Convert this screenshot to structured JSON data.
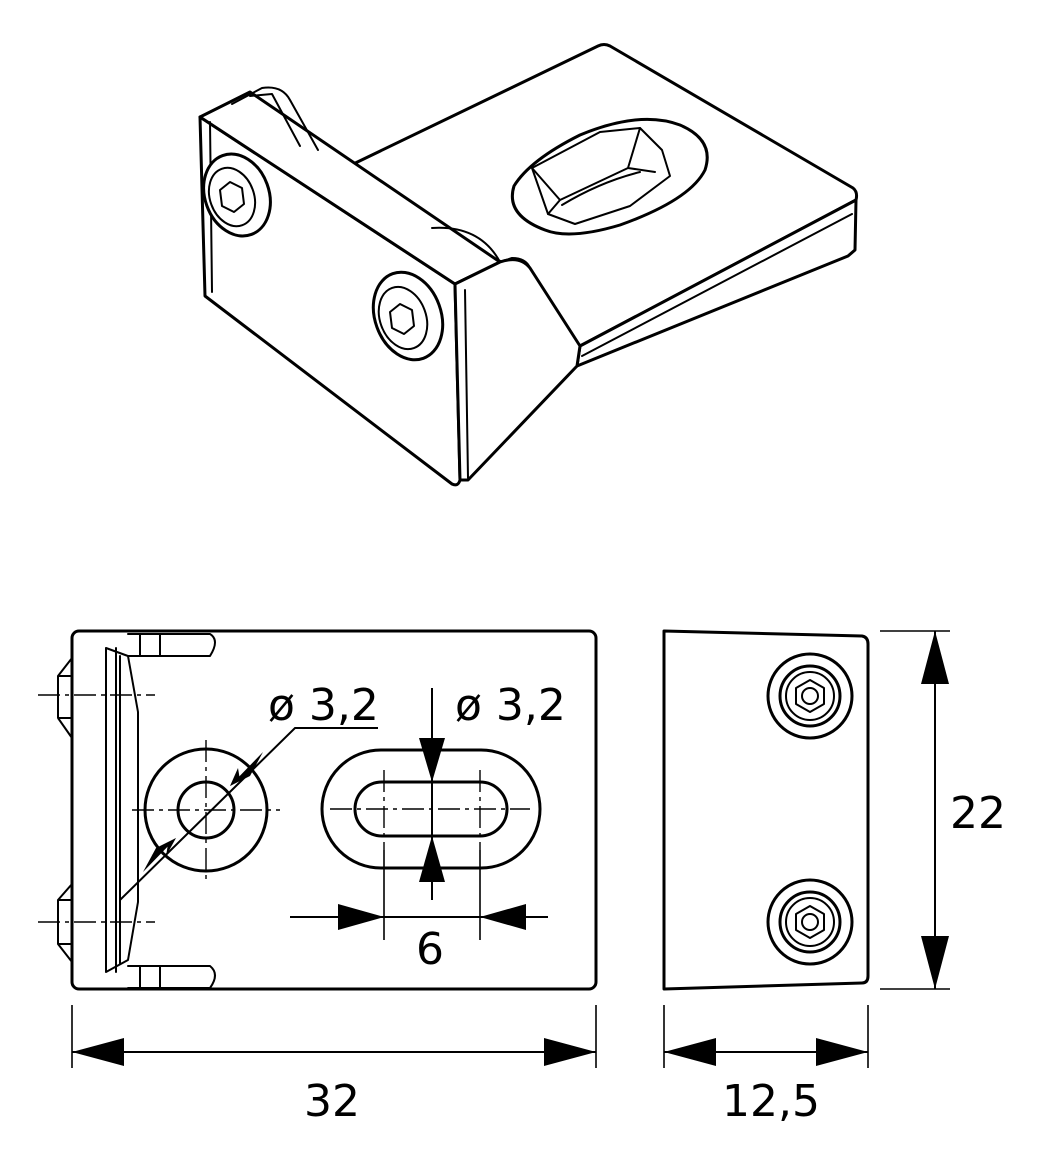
{
  "dimensions": {
    "width_front": "32",
    "width_side": "12,5",
    "height": "22",
    "slot_width": "6",
    "hole_diameter": "ø 3,2",
    "slot_diameter": "ø 3,2"
  }
}
